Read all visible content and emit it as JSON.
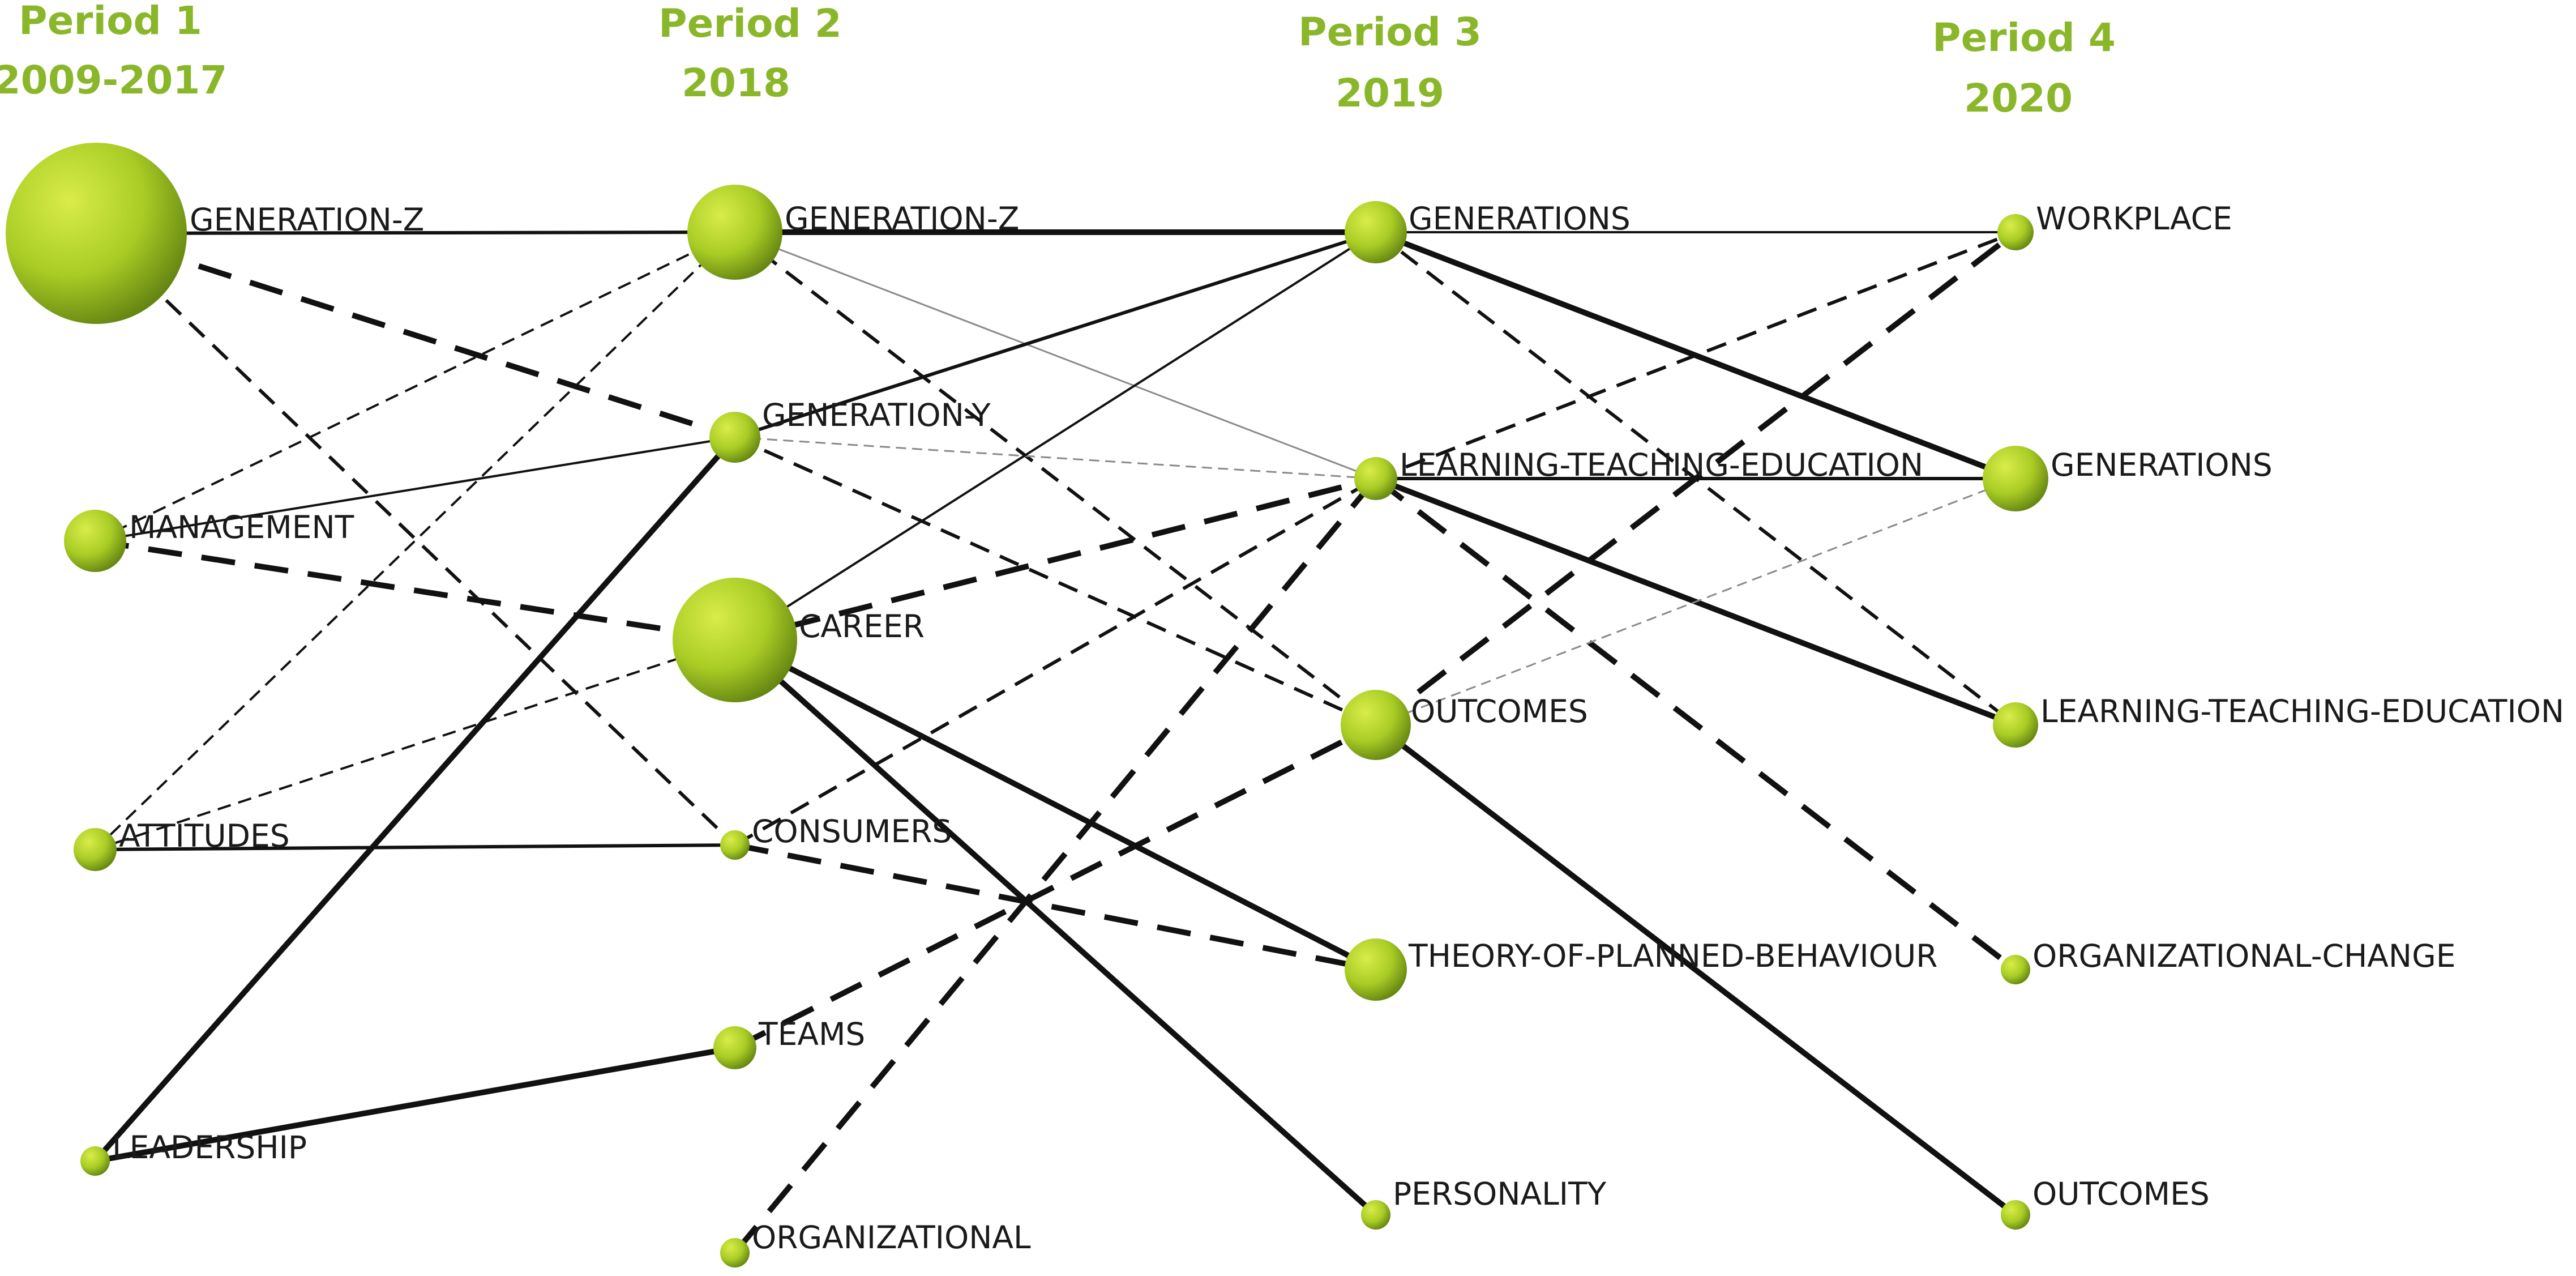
{
  "periods": [
    {
      "id": "p1",
      "title": "Period 1",
      "years": "2009-2017"
    },
    {
      "id": "p2",
      "title": "Period 2",
      "years": "2018"
    },
    {
      "id": "p3",
      "title": "Period 3",
      "years": "2019"
    },
    {
      "id": "p4",
      "title": "Period 4",
      "years": "2020"
    }
  ],
  "colors": {
    "title": "#8ab72a",
    "node_light": "#d9ec4a",
    "node_mid": "#a9cc25",
    "node_dark": "#5f7f10",
    "edge": "#111111",
    "edge_thin": "#8a8a8a",
    "label": "#1a1a1a"
  },
  "nodes": [
    {
      "id": "p1-generation-z",
      "label": "GENERATION-Z",
      "period": "p1"
    },
    {
      "id": "p1-management",
      "label": "MANAGEMENT",
      "period": "p1"
    },
    {
      "id": "p1-attitudes",
      "label": "ATTITUDES",
      "period": "p1"
    },
    {
      "id": "p1-leadership",
      "label": "LEADERSHIP",
      "period": "p1"
    },
    {
      "id": "p2-generation-z",
      "label": "GENERATION-Z",
      "period": "p2"
    },
    {
      "id": "p2-generation-y",
      "label": "GENERATION-Y",
      "period": "p2"
    },
    {
      "id": "p2-career",
      "label": "CAREER",
      "period": "p2"
    },
    {
      "id": "p2-consumers",
      "label": "CONSUMERS",
      "period": "p2"
    },
    {
      "id": "p2-teams",
      "label": "TEAMS",
      "period": "p2"
    },
    {
      "id": "p2-organizational",
      "label": "ORGANIZATIONAL",
      "period": "p2"
    },
    {
      "id": "p3-generations",
      "label": "GENERATIONS",
      "period": "p3"
    },
    {
      "id": "p3-learning",
      "label": "LEARNING-TEACHING-EDUCATION",
      "period": "p3"
    },
    {
      "id": "p3-outcomes",
      "label": "OUTCOMES",
      "period": "p3"
    },
    {
      "id": "p3-tpb",
      "label": "THEORY-OF-PLANNED-BEHAVIOUR",
      "period": "p3"
    },
    {
      "id": "p3-personality",
      "label": "PERSONALITY",
      "period": "p3"
    },
    {
      "id": "p4-workplace",
      "label": "WORKPLACE",
      "period": "p4"
    },
    {
      "id": "p4-generations",
      "label": "GENERATIONS",
      "period": "p4"
    },
    {
      "id": "p4-learning",
      "label": "LEARNING-TEACHING-EDUCATION",
      "period": "p4"
    },
    {
      "id": "p4-org-change",
      "label": "ORGANIZATIONAL-CHANGE",
      "period": "p4"
    },
    {
      "id": "p4-outcomes",
      "label": "OUTCOMES",
      "period": "p4"
    }
  ],
  "edges": [
    {
      "from": "p1-generation-z",
      "to": "p2-generation-z",
      "style": "solid",
      "weight": "medium"
    },
    {
      "from": "p1-generation-z",
      "to": "p2-generation-y",
      "style": "dashed",
      "weight": "heavy"
    },
    {
      "from": "p1-generation-z",
      "to": "p2-consumers",
      "style": "dashed",
      "weight": "medium"
    },
    {
      "from": "p1-management",
      "to": "p2-generation-z",
      "style": "dashed",
      "weight": "light"
    },
    {
      "from": "p1-management",
      "to": "p2-generation-y",
      "style": "solid",
      "weight": "light"
    },
    {
      "from": "p1-management",
      "to": "p2-career",
      "style": "dashed",
      "weight": "heavy"
    },
    {
      "from": "p1-attitudes",
      "to": "p2-generation-z",
      "style": "dashed",
      "weight": "light"
    },
    {
      "from": "p1-attitudes",
      "to": "p2-career",
      "style": "dashed",
      "weight": "light"
    },
    {
      "from": "p1-attitudes",
      "to": "p2-consumers",
      "style": "solid",
      "weight": "medium"
    },
    {
      "from": "p1-leadership",
      "to": "p2-generation-y",
      "style": "solid",
      "weight": "heavy"
    },
    {
      "from": "p1-leadership",
      "to": "p2-teams",
      "style": "solid",
      "weight": "heavy"
    },
    {
      "from": "p2-generation-z",
      "to": "p3-generations",
      "style": "solid",
      "weight": "heavy"
    },
    {
      "from": "p2-generation-z",
      "to": "p3-learning",
      "style": "solid",
      "weight": "thin"
    },
    {
      "from": "p2-generation-z",
      "to": "p3-outcomes",
      "style": "dashed",
      "weight": "medium"
    },
    {
      "from": "p2-generation-y",
      "to": "p3-generations",
      "style": "solid",
      "weight": "medium"
    },
    {
      "from": "p2-generation-y",
      "to": "p3-learning",
      "style": "dashed",
      "weight": "thin"
    },
    {
      "from": "p2-generation-y",
      "to": "p3-outcomes",
      "style": "dashed",
      "weight": "medium"
    },
    {
      "from": "p2-career",
      "to": "p3-generations",
      "style": "solid",
      "weight": "light"
    },
    {
      "from": "p2-career",
      "to": "p3-learning",
      "style": "dashed",
      "weight": "heavy"
    },
    {
      "from": "p2-career",
      "to": "p3-tpb",
      "style": "solid",
      "weight": "heavy"
    },
    {
      "from": "p2-career",
      "to": "p3-personality",
      "style": "solid",
      "weight": "heavy"
    },
    {
      "from": "p2-consumers",
      "to": "p3-learning",
      "style": "dashed",
      "weight": "medium"
    },
    {
      "from": "p2-consumers",
      "to": "p3-tpb",
      "style": "dashed",
      "weight": "heavy"
    },
    {
      "from": "p2-teams",
      "to": "p3-outcomes",
      "style": "dashed",
      "weight": "heavy"
    },
    {
      "from": "p2-organizational",
      "to": "p3-learning",
      "style": "dashed",
      "weight": "heavy"
    },
    {
      "from": "p3-generations",
      "to": "p4-workplace",
      "style": "solid",
      "weight": "light"
    },
    {
      "from": "p3-generations",
      "to": "p4-generations",
      "style": "solid",
      "weight": "heavy"
    },
    {
      "from": "p3-generations",
      "to": "p4-learning",
      "style": "dashed",
      "weight": "medium"
    },
    {
      "from": "p3-learning",
      "to": "p4-workplace",
      "style": "dashed",
      "weight": "medium"
    },
    {
      "from": "p3-learning",
      "to": "p4-generations",
      "style": "solid",
      "weight": "medium"
    },
    {
      "from": "p3-learning",
      "to": "p4-learning",
      "style": "solid",
      "weight": "heavy"
    },
    {
      "from": "p3-learning",
      "to": "p4-org-change",
      "style": "dashed",
      "weight": "heavy"
    },
    {
      "from": "p3-outcomes",
      "to": "p4-workplace",
      "style": "dashed",
      "weight": "heavy"
    },
    {
      "from": "p3-outcomes",
      "to": "p4-generations",
      "style": "dashed",
      "weight": "thin"
    },
    {
      "from": "p3-outcomes",
      "to": "p4-outcomes",
      "style": "solid",
      "weight": "heavy"
    }
  ]
}
